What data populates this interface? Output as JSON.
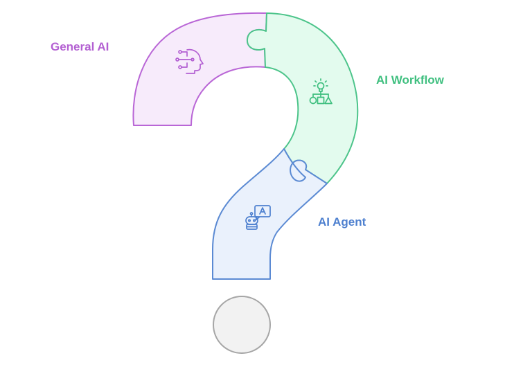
{
  "segments": [
    {
      "key": "general",
      "label": "General AI",
      "icon": "ai-head-icon",
      "fill": "#f7ebfb",
      "stroke": "#b966d6",
      "label_color": "#b35fd2"
    },
    {
      "key": "workflow",
      "label": "AI Workflow",
      "icon": "workflow-icon",
      "fill": "#e3fbee",
      "stroke": "#4cc48a",
      "label_color": "#3fbf7f"
    },
    {
      "key": "agent",
      "label": "AI Agent",
      "icon": "robot-chat-icon",
      "fill": "#eaf1fc",
      "stroke": "#5b8ad3",
      "label_color": "#4e80cf"
    }
  ],
  "dot": {
    "fill": "#f2f2f2",
    "stroke": "#a6a6a6"
  }
}
